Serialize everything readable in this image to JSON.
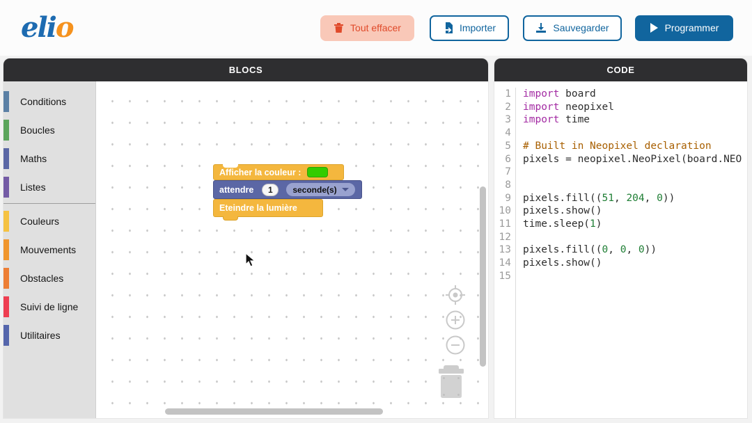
{
  "header": {
    "logo_blue": "eli",
    "logo_orange": "o",
    "buttons": {
      "clear": "Tout effacer",
      "import": "Importer",
      "save": "Sauvegarder",
      "program": "Programmer"
    }
  },
  "panels": {
    "blocks_title": "BLOCS",
    "code_title": "CODE"
  },
  "toolbox": {
    "items": [
      {
        "label": "Conditions",
        "color": "#5b80a5",
        "group": 1
      },
      {
        "label": "Boucles",
        "color": "#5ba55b",
        "group": 1
      },
      {
        "label": "Maths",
        "color": "#5b67a5",
        "group": 1
      },
      {
        "label": "Listes",
        "color": "#745ba5",
        "group": 1
      },
      {
        "label": "Couleurs",
        "color": "#f5c242",
        "group": 2
      },
      {
        "label": "Mouvements",
        "color": "#f0962e",
        "group": 2
      },
      {
        "label": "Obstacles",
        "color": "#ed7e35",
        "group": 2
      },
      {
        "label": "Suivi de ligne",
        "color": "#ee3e51",
        "group": 2
      },
      {
        "label": "Utilitaires",
        "color": "#5566ac",
        "group": 2
      }
    ]
  },
  "workspace": {
    "block1": {
      "label": "Afficher la couleur :",
      "color_value": "#33cc00"
    },
    "block2": {
      "label": "attendre",
      "value": "1",
      "unit": "seconde(s)"
    },
    "block3": {
      "label": "Eteindre la lumière"
    }
  },
  "code": {
    "lines": [
      {
        "n": "1",
        "segs": [
          [
            "kw",
            "import"
          ],
          [
            "t",
            " board"
          ]
        ]
      },
      {
        "n": "2",
        "segs": [
          [
            "kw",
            "import"
          ],
          [
            "t",
            " neopixel"
          ]
        ]
      },
      {
        "n": "3",
        "segs": [
          [
            "kw",
            "import"
          ],
          [
            "t",
            " time"
          ]
        ]
      },
      {
        "n": "4",
        "segs": []
      },
      {
        "n": "5",
        "segs": [
          [
            "cm",
            "# Built in Neopixel declaration"
          ]
        ]
      },
      {
        "n": "6",
        "segs": [
          [
            "t",
            "pixels = neopixel.NeoPixel(board.NEO"
          ]
        ]
      },
      {
        "n": "7",
        "segs": []
      },
      {
        "n": "8",
        "segs": []
      },
      {
        "n": "9",
        "segs": [
          [
            "t",
            "pixels.fill(("
          ],
          [
            "num",
            "51"
          ],
          [
            "t",
            ", "
          ],
          [
            "num",
            "204"
          ],
          [
            "t",
            ", "
          ],
          [
            "num",
            "0"
          ],
          [
            "t",
            "))"
          ]
        ]
      },
      {
        "n": "10",
        "segs": [
          [
            "t",
            "pixels.show()"
          ]
        ]
      },
      {
        "n": "11",
        "segs": [
          [
            "t",
            "time.sleep("
          ],
          [
            "num",
            "1"
          ],
          [
            "t",
            ")"
          ]
        ]
      },
      {
        "n": "12",
        "segs": []
      },
      {
        "n": "13",
        "segs": [
          [
            "t",
            "pixels.fill(("
          ],
          [
            "num",
            "0"
          ],
          [
            "t",
            ", "
          ],
          [
            "num",
            "0"
          ],
          [
            "t",
            ", "
          ],
          [
            "num",
            "0"
          ],
          [
            "t",
            "))"
          ]
        ]
      },
      {
        "n": "14",
        "segs": [
          [
            "t",
            "pixels.show()"
          ]
        ]
      },
      {
        "n": "15",
        "segs": []
      }
    ]
  },
  "colors": {
    "accent_blue": "#11659e",
    "clear_bg": "#f9c8b8",
    "clear_text": "#e04a2a",
    "panel_header": "#2e2e30",
    "block_yellow": "#f4b73e",
    "block_indigo": "#5b67a5",
    "swatch_green": "#33cc00",
    "logo_blue": "#1d6bb1",
    "logo_orange": "#f5921e",
    "code_keyword": "#a32ba3",
    "code_comment": "#a85f00",
    "code_number": "#1e7e34"
  }
}
